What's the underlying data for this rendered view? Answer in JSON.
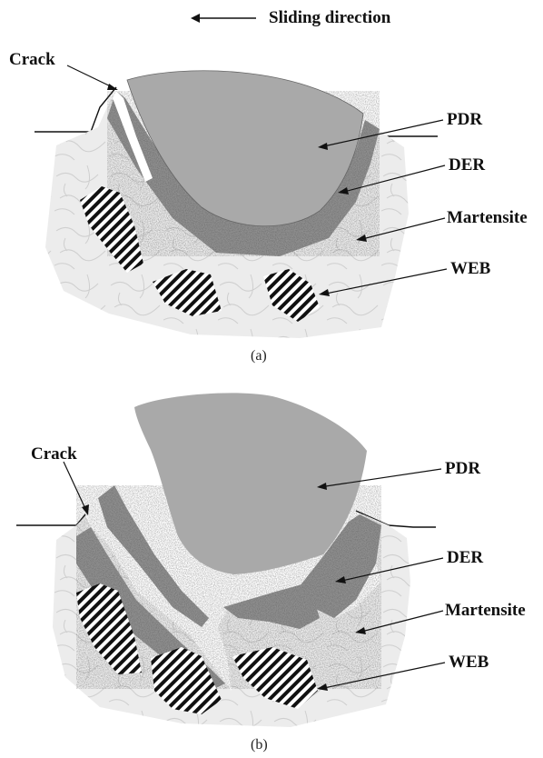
{
  "panel_a": {
    "direction_label": "Sliding direction",
    "crack_label": "Crack",
    "pdr_label": "PDR",
    "der_label": "DER",
    "martensite_label": "Martensite",
    "web_label": "WEB",
    "caption": "(a)"
  },
  "panel_b": {
    "crack_label": "Crack",
    "pdr_label": "PDR",
    "der_label": "DER",
    "martensite_label": "Martensite",
    "web_label": "WEB",
    "caption": "(b)"
  },
  "colors": {
    "pdr_fill": "#a9a9a9",
    "der_fill": "#8f8f8f",
    "martensite_fill": "#e9e9e9",
    "web_stripes": "#111111"
  }
}
